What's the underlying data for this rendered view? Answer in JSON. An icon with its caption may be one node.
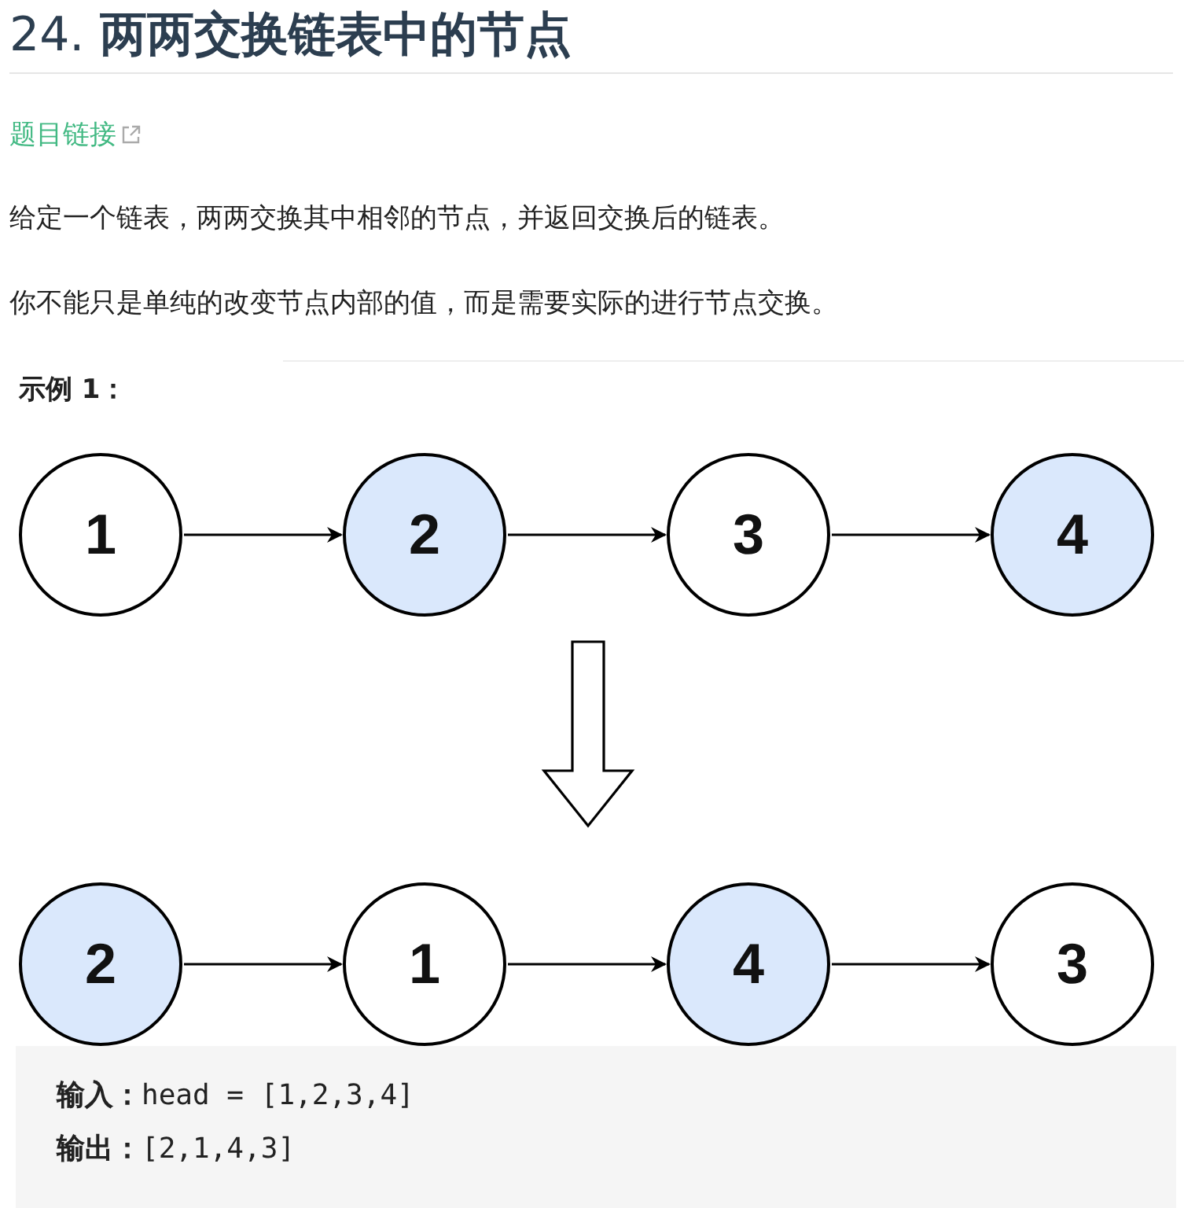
{
  "diagram": {
    "title": "24. **两两交换链表中的节点**",
    "nodes": [
      {
        "text": [
          "1"
        ]
      },
      {
        "text": [
          "2"
        ]
      },
      {
        "text": [
          "3"
        ]
      },
      {
        "text": [
          "4"
        ]
      },
      {
        "text": [
          "2"
        ]
      },
      {
        "text": [
          "1"
        ]
      },
      {
        "text": [
          "4"
        ]
      },
      {
        "text": [
          "3"
        ]
      }
    ],
    "edges": [
      {
        "from": 0,
        "to": 1,
        "arrow": "to"
      },
      {
        "from": 1,
        "to": 2,
        "arrow": "to"
      },
      {
        "from": 2,
        "to": 3,
        "arrow": "to"
      },
      {
        "from": 4,
        "to": 5,
        "arrow": "to"
      },
      {
        "from": 5,
        "to": 6,
        "arrow": "to"
      },
      {
        "from": 6,
        "to": 7,
        "arrow": "to"
      }
    ],
    "labels": [
      "题目链接",
      "给定一个链表，两两交换其中相邻的节点，并返回交换后的链表。",
      "你不能只是单纯的改变节点内部的值，而是需要实际的进行节点交换。",
      "示例 1：",
      "**输入：**head = [1,2,3,4]",
      "**输出：**[2,1,4,3]"
    ]
  }
}
